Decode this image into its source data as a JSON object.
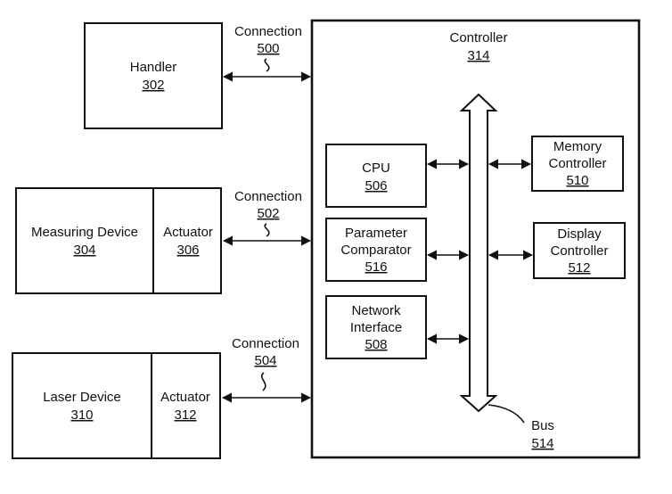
{
  "handler": {
    "name": "Handler",
    "ref": "302"
  },
  "measuring_device": {
    "name": "Measuring Device",
    "ref": "304"
  },
  "actuator_1": {
    "name": "Actuator",
    "ref": "306"
  },
  "laser_device": {
    "name": "Laser Device",
    "ref": "310"
  },
  "actuator_2": {
    "name": "Actuator",
    "ref": "312"
  },
  "connection_1": {
    "label": "Connection",
    "ref": "500"
  },
  "connection_2": {
    "label": "Connection",
    "ref": "502"
  },
  "connection_3": {
    "label": "Connection",
    "ref": "504"
  },
  "controller": {
    "name": "Controller",
    "ref": "314"
  },
  "cpu": {
    "name": "CPU",
    "ref": "506"
  },
  "parameter_comparator": {
    "line1": "Parameter",
    "line2": "Comparator",
    "ref": "516"
  },
  "network_interface": {
    "line1": "Network",
    "line2": "Interface",
    "ref": "508"
  },
  "memory_controller": {
    "line1": "Memory",
    "line2": "Controller",
    "ref": "510"
  },
  "display_controller": {
    "line1": "Display",
    "line2": "Controller",
    "ref": "512"
  },
  "bus": {
    "label": "Bus",
    "ref": "514"
  }
}
